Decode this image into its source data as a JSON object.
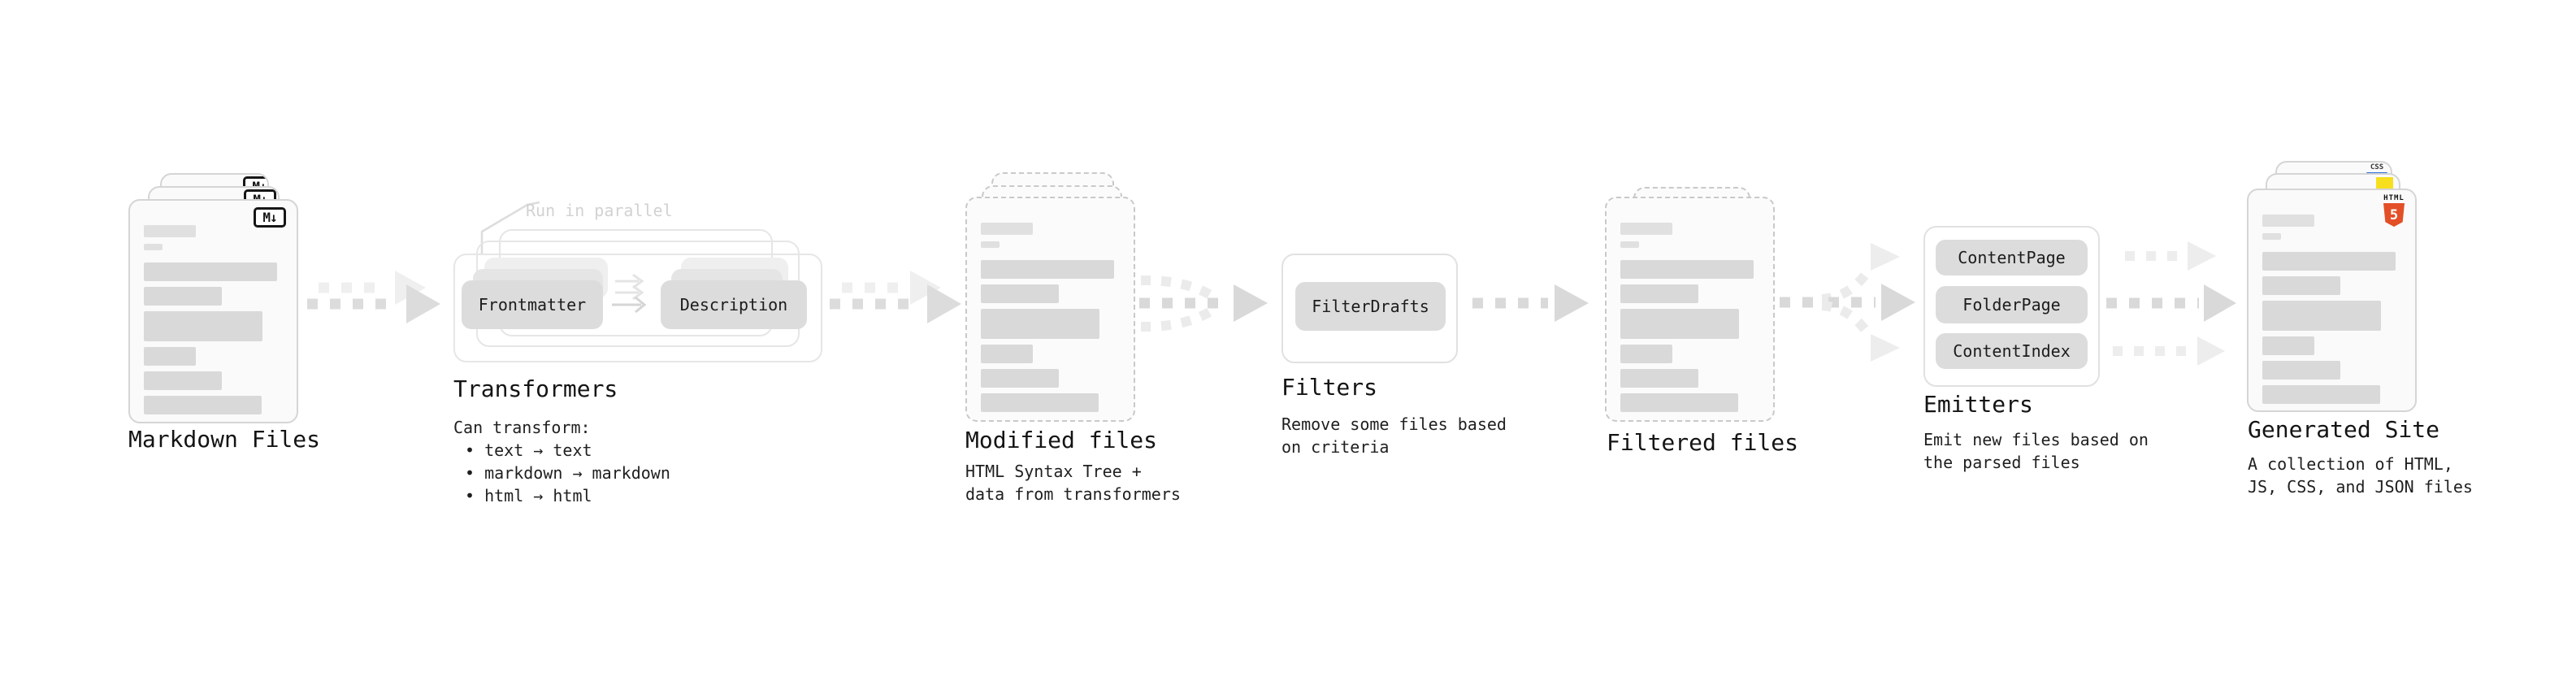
{
  "stages": {
    "markdown_files": {
      "label": "Markdown Files",
      "badge": "M↓"
    },
    "transformers": {
      "label": "Transformers",
      "parallel_note": "Run in parallel",
      "boxes": [
        "Frontmatter",
        "Description"
      ],
      "description_lines": [
        "Can transform:",
        "• text → text",
        "• markdown → markdown",
        "• html → html"
      ]
    },
    "modified_files": {
      "label": "Modified files",
      "description_lines": [
        "HTML Syntax Tree +",
        "data from transformers"
      ]
    },
    "filters": {
      "label": "Filters",
      "boxes": [
        "FilterDrafts"
      ],
      "description_lines": [
        "Remove some files based",
        "on criteria"
      ]
    },
    "filtered_files": {
      "label": "Filtered files"
    },
    "emitters": {
      "label": "Emitters",
      "boxes": [
        "ContentPage",
        "FolderPage",
        "ContentIndex"
      ],
      "description_lines": [
        "Emit new files based on",
        "the parsed files"
      ]
    },
    "generated_site": {
      "label": "Generated Site",
      "description_lines": [
        "A collection of HTML,",
        "JS, CSS, and JSON files"
      ],
      "badges": {
        "css": "CSS",
        "html": "HTML",
        "html_number": "5"
      }
    }
  },
  "colors": {
    "html5_orange": "#e34f26",
    "js_yellow": "#f7df1e",
    "css_blue": "#2a6fdb",
    "arrow_gray": "#dcdcdc",
    "arrow_light": "#efefef",
    "skeleton_bar": "#d9d9d9"
  }
}
